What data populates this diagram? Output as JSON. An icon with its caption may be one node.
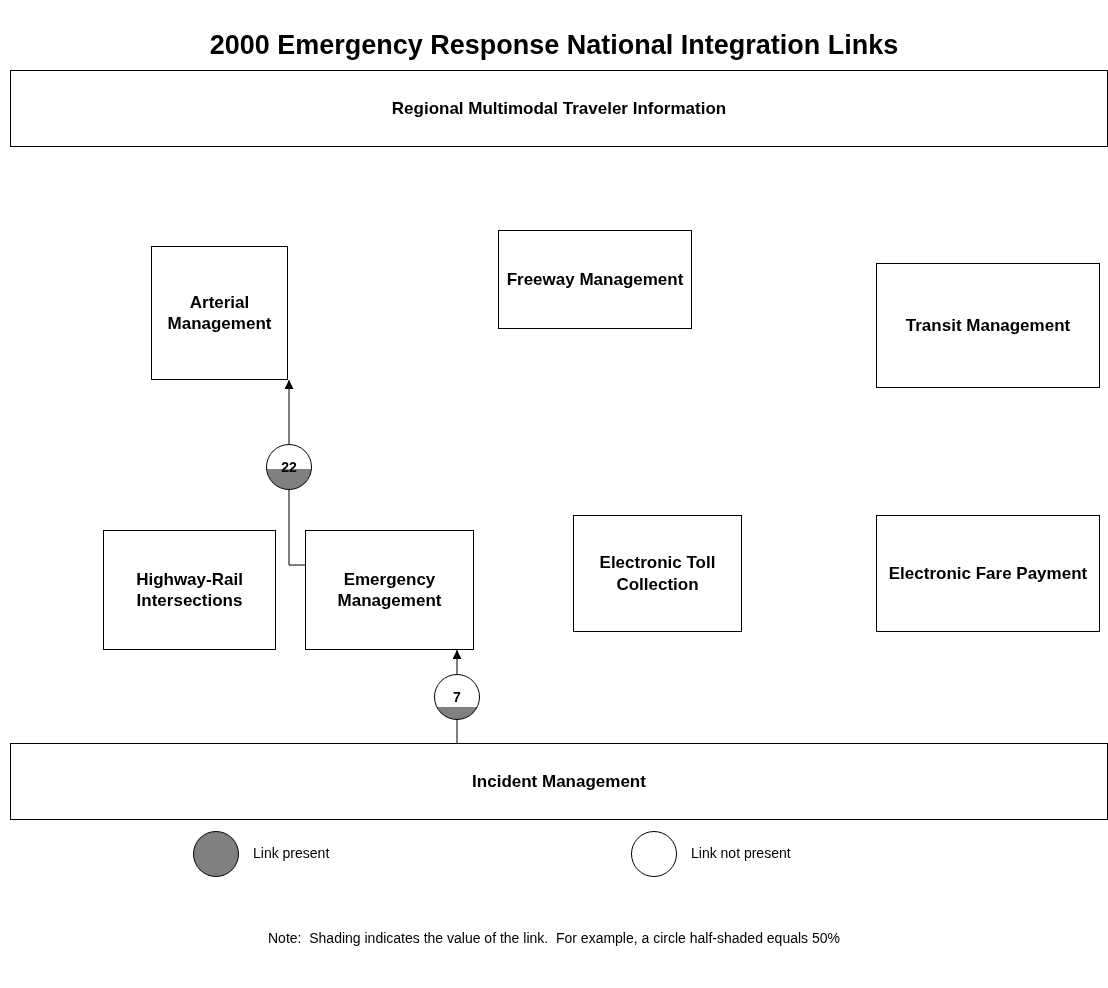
{
  "diagram": {
    "title": "2000 Emergency Response National Integration Links",
    "nodes": [
      {
        "text": [
          "Regional Multimodal Traveler Information"
        ]
      },
      {
        "text": [
          "Arterial Management"
        ]
      },
      {
        "text": [
          "Freeway Management"
        ]
      },
      {
        "text": [
          "Transit Management"
        ]
      },
      {
        "text": [
          "Highway-Rail Intersections"
        ]
      },
      {
        "text": [
          "Emergency Management"
        ]
      },
      {
        "text": [
          "Electronic Toll Collection"
        ]
      },
      {
        "text": [
          "Electronic Fare Payment"
        ]
      },
      {
        "text": [
          "Incident Management"
        ]
      }
    ],
    "edges": [
      {
        "from": 5,
        "to": 1,
        "arrow": "to",
        "label": "22"
      },
      {
        "from": 8,
        "to": 5,
        "arrow": "to",
        "label": "7"
      }
    ],
    "labels": [
      "Note:  Shading indicates the value of the link.  For example, a circle half-shaded equals 50%"
    ],
    "legend": [
      {
        "text": "Link present",
        "color": "#808080"
      },
      {
        "text": "Link not present",
        "color": "#ffffff"
      }
    ]
  }
}
